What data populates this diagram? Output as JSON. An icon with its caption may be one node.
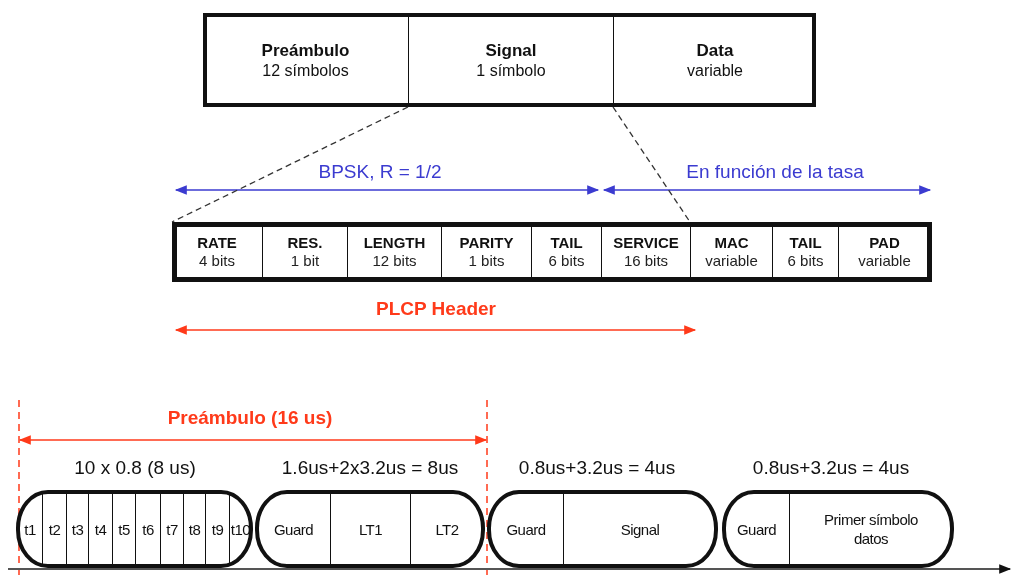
{
  "diagram": {
    "nodes": [
      {
        "text": [
          "Preámbulo",
          "12 símbolos"
        ]
      },
      {
        "text": [
          "Signal",
          "1 símbolo"
        ]
      },
      {
        "text": [
          "Data",
          "variable"
        ]
      },
      {
        "text": [
          "RATE",
          "4 bits"
        ]
      },
      {
        "text": [
          "RES.",
          "1 bit"
        ]
      },
      {
        "text": [
          "LENGTH",
          "12 bits"
        ]
      },
      {
        "text": [
          "PARITY",
          "1 bits"
        ]
      },
      {
        "text": [
          "TAIL",
          "6 bits"
        ]
      },
      {
        "text": [
          "SERVICE",
          "16 bits"
        ]
      },
      {
        "text": [
          "MAC",
          "variable"
        ]
      },
      {
        "text": [
          "TAIL",
          "6 bits"
        ]
      },
      {
        "text": [
          "PAD",
          "variable"
        ]
      },
      {
        "text": [],
        "shape": "capsule"
      },
      {
        "text": [
          "t1"
        ],
        "in": 12
      },
      {
        "text": [
          "t2"
        ],
        "in": 12
      },
      {
        "text": [
          "t3"
        ],
        "in": 12
      },
      {
        "text": [
          "t4"
        ],
        "in": 12
      },
      {
        "text": [
          "t5"
        ],
        "in": 12
      },
      {
        "text": [
          "t6"
        ],
        "in": 12
      },
      {
        "text": [
          "t7"
        ],
        "in": 12
      },
      {
        "text": [
          "t8"
        ],
        "in": 12
      },
      {
        "text": [
          "t9"
        ],
        "in": 12
      },
      {
        "text": [
          "t10"
        ],
        "in": 12
      },
      {
        "text": [],
        "shape": "capsule"
      },
      {
        "text": [
          "Guard"
        ],
        "in": 23
      },
      {
        "text": [
          "LT1"
        ],
        "in": 23
      },
      {
        "text": [
          "LT2"
        ],
        "in": 23
      },
      {
        "text": [],
        "shape": "capsule"
      },
      {
        "text": [
          "Guard"
        ],
        "in": 27
      },
      {
        "text": [
          "Signal"
        ],
        "in": 27
      },
      {
        "text": [],
        "shape": "capsule"
      },
      {
        "text": [
          "Guard"
        ],
        "in": 30
      },
      {
        "text": [
          "Primer símbolo datos"
        ],
        "in": 30
      }
    ],
    "edges": [
      {
        "from": 1,
        "to": 3,
        "arrow": "none",
        "style": "dashed"
      },
      {
        "from": 1,
        "to": 8,
        "arrow": "none",
        "style": "dashed"
      }
    ],
    "labels": [
      "BPSK, R = 1/2",
      "En función de la tasa",
      "PLCP Header",
      "Preámbulo (16 us)",
      "10 x 0.8 (8 us)",
      "1.6us+2x3.2us = 8us",
      "0.8us+3.2us = 4us",
      "0.8us+3.2us = 4us"
    ]
  }
}
